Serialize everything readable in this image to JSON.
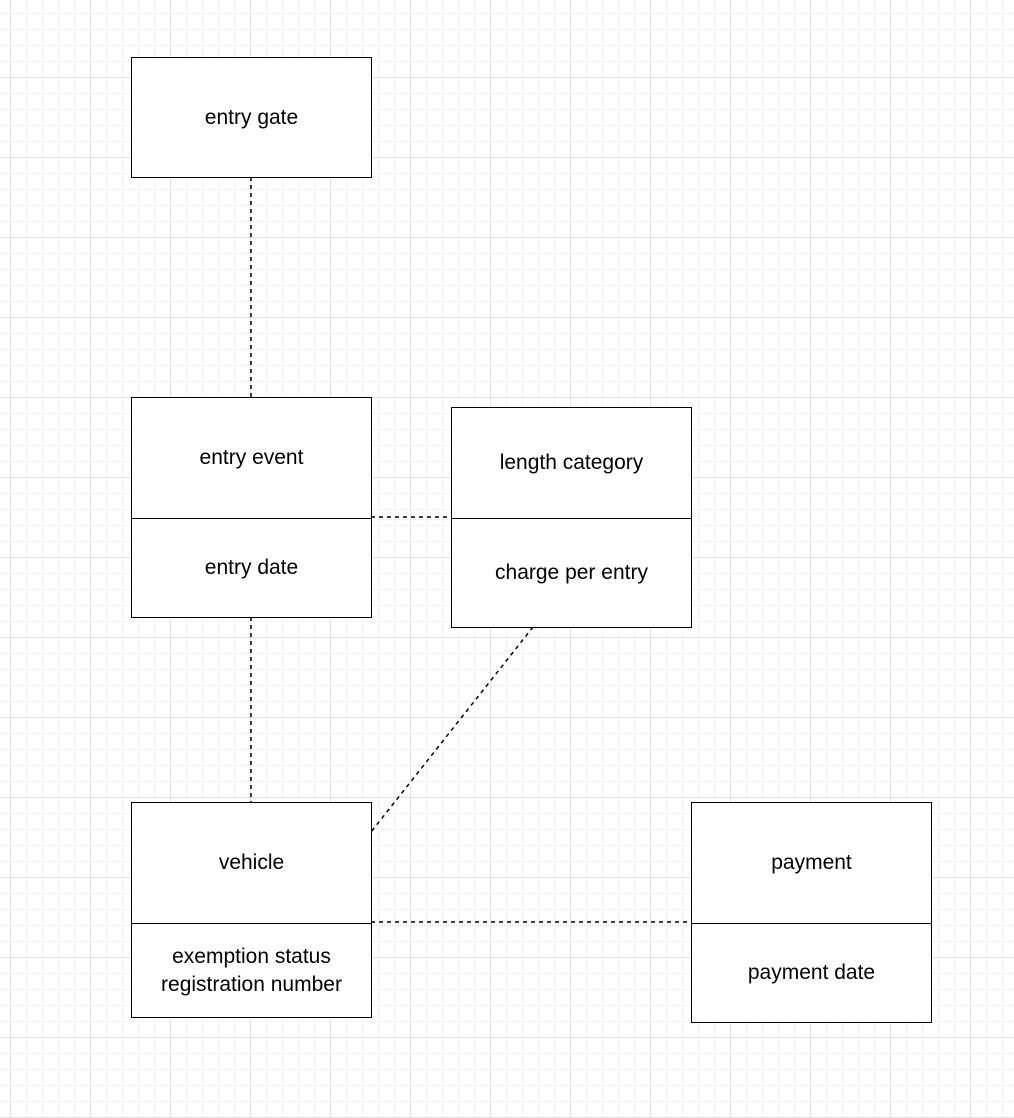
{
  "diagram": {
    "background_grid": "on",
    "line_style": "dashed",
    "entities": {
      "entry_gate": {
        "title": "entry gate"
      },
      "entry_event": {
        "title": "entry event",
        "attributes": [
          "entry date"
        ]
      },
      "length_category": {
        "title": "length category",
        "attributes": [
          "charge per entry"
        ]
      },
      "vehicle": {
        "title": "vehicle",
        "attributes": [
          "exemption status",
          "registration number"
        ]
      },
      "payment": {
        "title": "payment",
        "attributes": [
          "payment date"
        ]
      }
    },
    "relationships": [
      {
        "from": "entry gate",
        "to": "entry event"
      },
      {
        "from": "entry event",
        "to": "length category"
      },
      {
        "from": "entry event",
        "to": "vehicle"
      },
      {
        "from": "length category",
        "to": "vehicle"
      },
      {
        "from": "vehicle",
        "to": "payment"
      }
    ]
  }
}
